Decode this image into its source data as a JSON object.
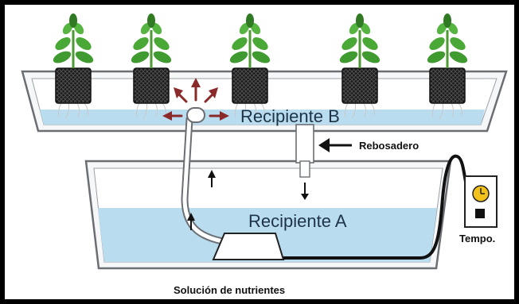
{
  "labels": {
    "upper_tank": "Recipiente B",
    "lower_tank": "Recipiente A",
    "overflow": "Rebosadero",
    "timer": "Tempo.",
    "solution": "Solución de nutrientes"
  },
  "plants": {
    "count": 5
  },
  "colors": {
    "water": "#b9dcef",
    "frame": "#000000",
    "tank_fill": "#f4f6f7",
    "tank_stroke": "#6b6f73",
    "leaf": "#3f9a2f",
    "leaf_dark": "#2f7a22",
    "pot": "#1d1d1d",
    "flow_arrow": "#8a2a2a",
    "timer_face": "#f2c21a"
  },
  "icons": {
    "overflow_arrow": "left-arrow-icon",
    "timer": "clock-icon",
    "pump": "pump-icon"
  }
}
